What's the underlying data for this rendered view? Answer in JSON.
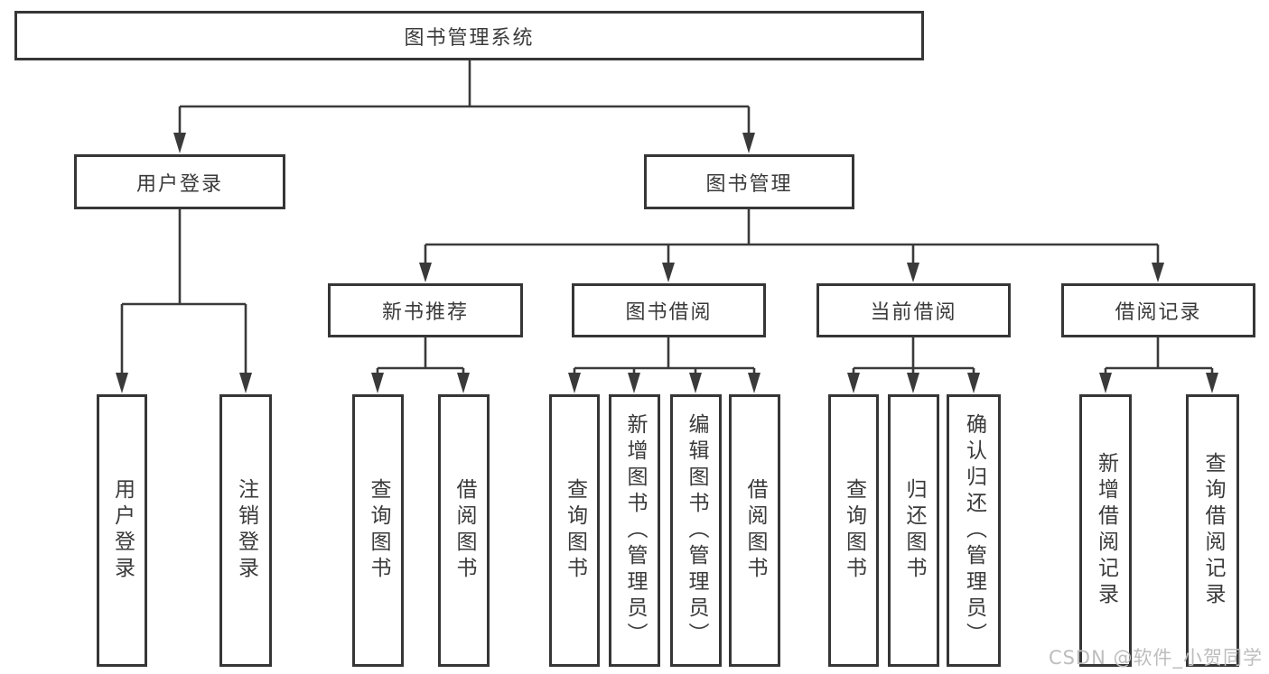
{
  "diagram": {
    "tree": {
      "root": {
        "label": "图书管理系统",
        "children": [
          {
            "label": "用户登录",
            "children": [
              {
                "label": "用户登录"
              },
              {
                "label": "注销登录"
              }
            ]
          },
          {
            "label": "图书管理",
            "children": [
              {
                "label": "新书推荐",
                "children": [
                  {
                    "label": "查询图书"
                  },
                  {
                    "label": "借阅图书"
                  }
                ]
              },
              {
                "label": "图书借阅",
                "children": [
                  {
                    "label": "查询图书"
                  },
                  {
                    "label": "新增图书（管理员）"
                  },
                  {
                    "label": "编辑图书（管理员）"
                  },
                  {
                    "label": "借阅图书"
                  }
                ]
              },
              {
                "label": "当前借阅",
                "children": [
                  {
                    "label": "查询图书"
                  },
                  {
                    "label": "归还图书"
                  },
                  {
                    "label": "确认归还（管理员）"
                  }
                ]
              },
              {
                "label": "借阅记录",
                "children": [
                  {
                    "label": "新增借阅记录"
                  },
                  {
                    "label": "查询借阅记录"
                  }
                ]
              }
            ]
          }
        ]
      }
    },
    "watermark": "CSDN @软件_小贺同学",
    "colors": {
      "line": "#3a3a3a",
      "box_border": "#363636",
      "text": "#3a3a3a",
      "watermark": "#bdbdbd",
      "background": "#ffffff"
    }
  }
}
